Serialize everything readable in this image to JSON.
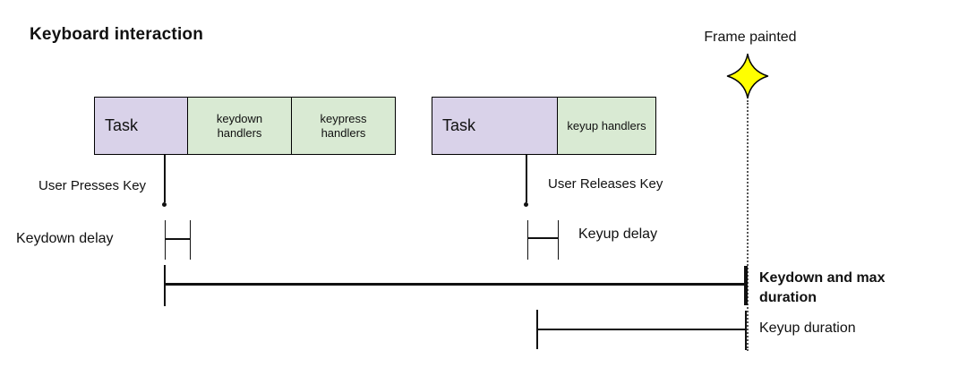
{
  "title": "Keyboard interaction",
  "frame_painted": {
    "label": "Frame painted",
    "star_icon": "four-point-star",
    "star_fill": "#ffff00",
    "star_stroke": "#000000"
  },
  "colors": {
    "task_fill": "#d9d2e9",
    "handler_fill": "#d9ead3",
    "line": "#111111",
    "background": "#ffffff"
  },
  "task_groups": [
    {
      "segments": [
        {
          "label": "Task",
          "type": "task"
        },
        {
          "label": "keydown handlers",
          "type": "handler"
        },
        {
          "label": "keypress handlers",
          "type": "handler"
        }
      ],
      "event_label": "User Presses Key"
    },
    {
      "segments": [
        {
          "label": "Task",
          "type": "task"
        },
        {
          "label": "keyup handlers",
          "type": "handler"
        }
      ],
      "event_label": "User Releases Key"
    }
  ],
  "annotations": {
    "keydown_delay": "Keydown delay",
    "keyup_delay": "Keyup delay",
    "keydown_max_duration": "Keydown and max duration",
    "keyup_duration": "Keyup duration"
  }
}
